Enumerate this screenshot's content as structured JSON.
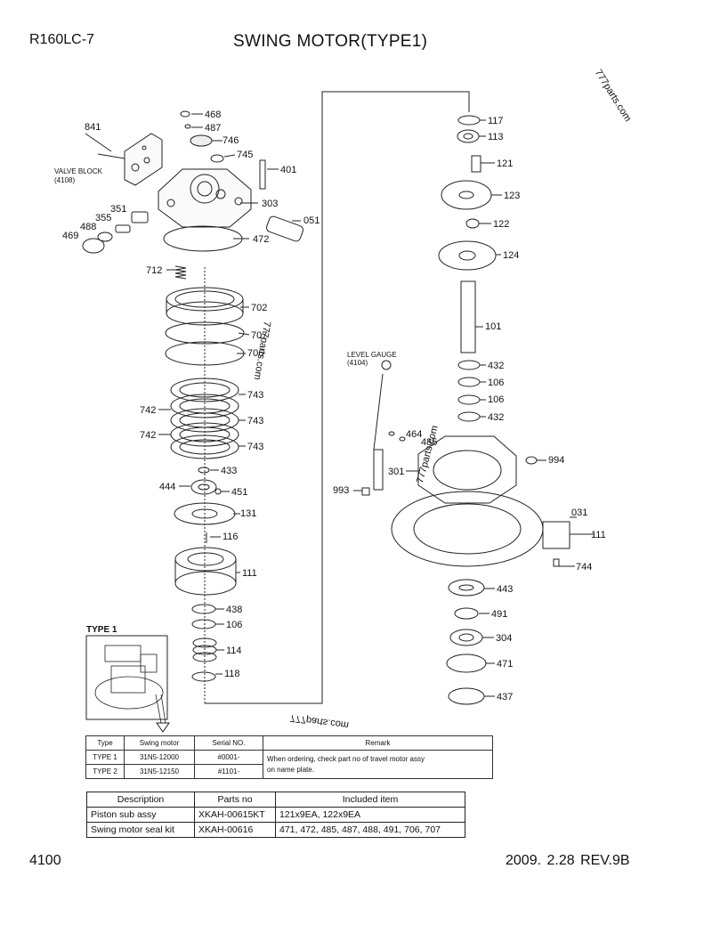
{
  "header": {
    "model": "R160LC-7",
    "title": "SWING MOTOR(TYPE1)"
  },
  "footer": {
    "page": "4100",
    "revision": "2009. 2.28  REV.9B"
  },
  "watermarks": [
    "777parts.com",
    "777parts.com",
    "777parts.com",
    "777parts.com"
  ],
  "callouts": {
    "valve_block": [
      "VALVE BLOCK",
      "(4108)"
    ],
    "level_gauge": [
      "LEVEL GAUGE",
      "(4104)"
    ]
  },
  "parts": [
    "841",
    "468",
    "487",
    "746",
    "745",
    "401",
    "303",
    "051",
    "472",
    "351",
    "355",
    "488",
    "469",
    "712",
    "702",
    "707",
    "706",
    "743",
    "742",
    "743",
    "742",
    "743",
    "433",
    "444",
    "451",
    "131",
    "116",
    "111",
    "438",
    "106",
    "114",
    "118",
    "117",
    "113",
    "121",
    "123",
    "122",
    "124",
    "101",
    "432",
    "106",
    "106",
    "432",
    "464",
    "485",
    "301",
    "994",
    "993",
    "031",
    "111",
    "744",
    "443",
    "491",
    "304",
    "471",
    "437"
  ],
  "type1": {
    "title": "TYPE 1"
  },
  "serial_table": {
    "headers": [
      "Type",
      "Swing motor",
      "Serial NO.",
      "Remark"
    ],
    "rows": [
      [
        "TYPE 1",
        "31N5-12000",
        "#0001-"
      ],
      [
        "TYPE 2",
        "31N5-12150",
        "#1101-"
      ]
    ],
    "remark": [
      "When ordering, check part no of travel motor assy",
      "on name plate."
    ]
  },
  "kit_table": {
    "headers": [
      "Description",
      "Parts no",
      "Included item"
    ],
    "rows": [
      [
        "Piston sub assy",
        "XKAH-00615KT",
        "121x9EA, 122x9EA"
      ],
      [
        "Swing motor seal kit",
        "XKAH-00616",
        "471, 472, 485, 487, 488, 491, 706, 707"
      ]
    ]
  }
}
